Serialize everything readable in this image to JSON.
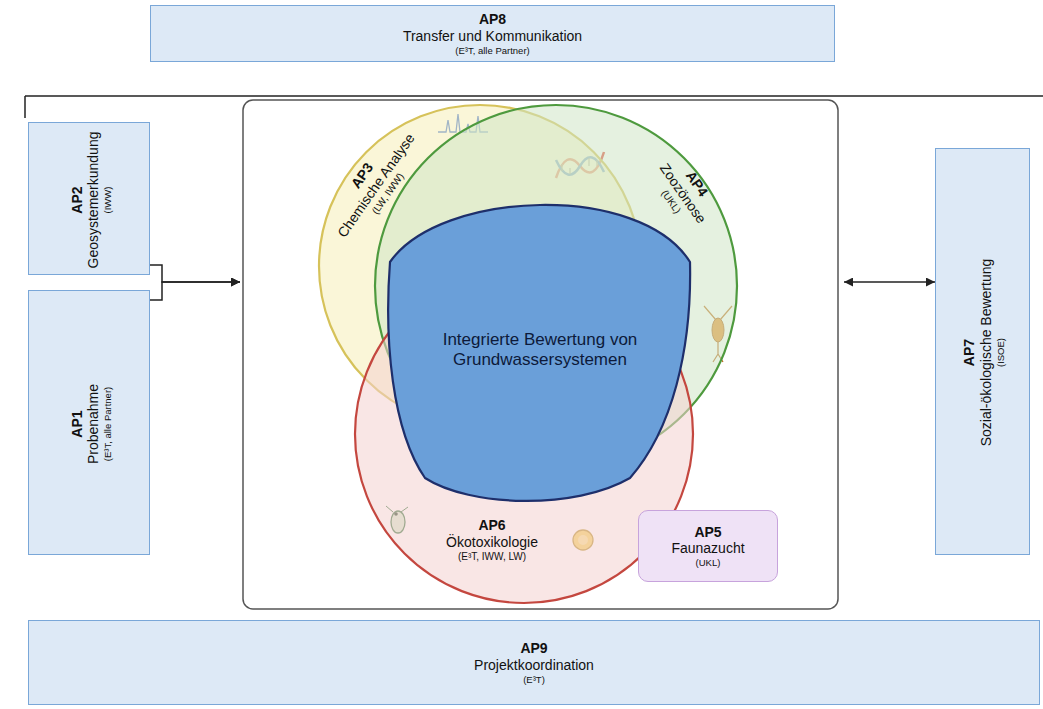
{
  "diagram": {
    "nodes": [
      {
        "text": [
          "AP8",
          "Transfer und Kommunikation",
          "(E³T, alle Partner)"
        ]
      },
      {
        "text": [
          "AP2",
          "Geosystemerkundung",
          "(IWW)"
        ]
      },
      {
        "text": [
          "AP1",
          "Probenahme",
          "(E³T, alle Partner)"
        ]
      },
      {
        "text": [
          "AP3",
          "Chemische Analyse",
          "(LW, IWW)"
        ]
      },
      {
        "text": [
          "AP4",
          "Zoozönose",
          "(UKL)"
        ]
      },
      {
        "text": [
          "AP6",
          "Ökotoxikologie",
          "(E³T, IWW, LW)"
        ]
      },
      {
        "text": [
          "AP5",
          "Faunazucht",
          "(UKL)"
        ]
      },
      {
        "text": [
          "Integrierte Bewertung von Grundwassersystemen"
        ]
      },
      {
        "text": [
          "AP7",
          "Sozial-ökologische Bewertung",
          "(ISOE)"
        ]
      },
      {
        "text": [
          "AP9",
          "Projektkoordination",
          "(E³T)"
        ]
      }
    ],
    "edges": [
      {
        "from": 1,
        "to": 7,
        "arrow": "to"
      },
      {
        "from": 2,
        "to": 7,
        "arrow": "to"
      },
      {
        "from": 7,
        "to": 8,
        "arrow": "both"
      }
    ]
  }
}
